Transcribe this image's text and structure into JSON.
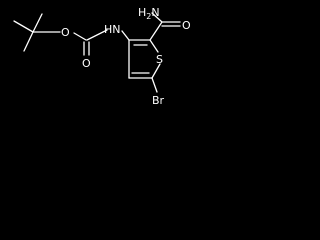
{
  "molecule": {
    "atoms": {
      "amine_nitrogen": "N",
      "amine_h": "H",
      "amine_h_count": "2",
      "amide_oxygen": "O",
      "carbamate_nh": "HN",
      "ester_oxygen": "O",
      "carbonyl_oxygen": "O",
      "ring_sulfur": "S",
      "bromine": "Br"
    }
  },
  "colors": {
    "background": "#000000",
    "foreground": "#ffffff"
  }
}
